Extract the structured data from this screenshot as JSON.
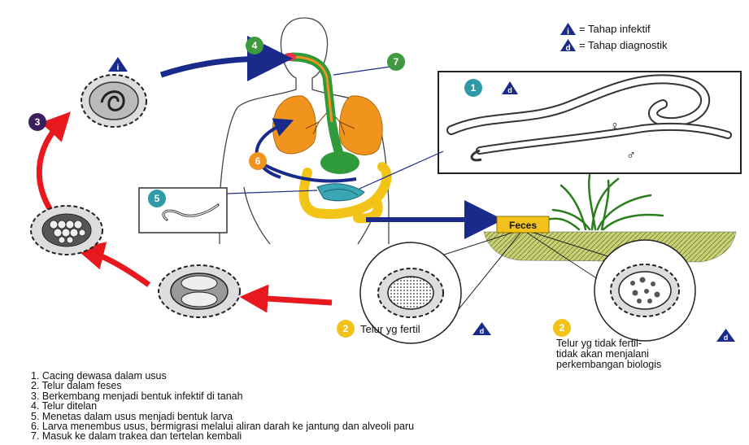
{
  "legend": {
    "infective_letter": "i",
    "infective_text": "= Tahap infektif",
    "diagnostic_letter": "d",
    "diagnostic_text": "= Tahap diagnostik"
  },
  "markers": {
    "n1": "1",
    "n2a": "2",
    "n2b": "2",
    "n3": "3",
    "n4": "4",
    "n5": "5",
    "n6": "6",
    "n7": "7"
  },
  "labels": {
    "feces": "Feces",
    "female_symbol": "♀",
    "male_symbol": "♂",
    "fertile_egg": "Telur yg fertil",
    "infertile_egg_line1": "Telur yg tidak fertil-",
    "infertile_egg_line2": "tidak akan menjalani",
    "infertile_egg_line3": "perkembangan biologis"
  },
  "steps": [
    "1. Cacing dewasa dalam usus",
    "2. Telur dalam feses",
    "3. Berkembang menjadi bentuk infektif di tanah",
    "4. Telur ditelan",
    "5. Menetas dalam usus menjadi bentuk larva",
    "6. Larva menembus usus, bermigrasi melalui aliran darah ke jantung dan alveoli paru",
    "7. Masuk ke dalam trakea dan tertelan kembali"
  ],
  "colors": {
    "teal": "#2e9aa6",
    "green": "#3f9a3f",
    "yellow": "#f2c21a",
    "purple": "#3a1f5c",
    "navy": "#1a2a8a",
    "red": "#e8181f",
    "lung": "#f0941e",
    "esophagus": "#2f9a3a",
    "intestine_yellow": "#f2c417",
    "intestine_teal": "#3aa5b4"
  }
}
